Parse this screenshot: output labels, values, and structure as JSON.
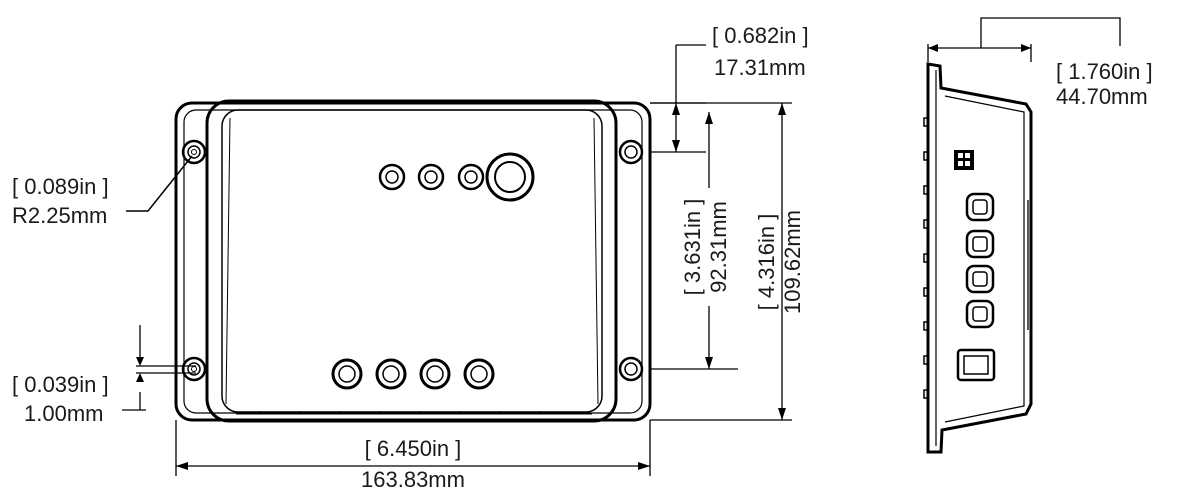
{
  "front_view": {
    "mount_hole_radius": {
      "inch": "[ 0.089in ]",
      "mm": "R2.25mm"
    },
    "edge_offset": {
      "inch": "[ 0.039in ]",
      "mm": "1.00mm"
    },
    "width": {
      "inch": "[ 6.450in ]",
      "mm": "163.83mm"
    },
    "hole_spacing_vertical": {
      "inch": "[ 3.631in ]",
      "mm": "92.31mm"
    },
    "height": {
      "inch": "[ 4.316in ]",
      "mm": "109.62mm"
    },
    "hole_offset_top": {
      "inch": "[ 0.682in ]",
      "mm": "17.31mm"
    }
  },
  "side_view": {
    "depth": {
      "inch": "[ 1.760in ]",
      "mm": "44.70mm"
    }
  },
  "colors": {
    "line": "#000000",
    "text": "#1a1a1a"
  }
}
